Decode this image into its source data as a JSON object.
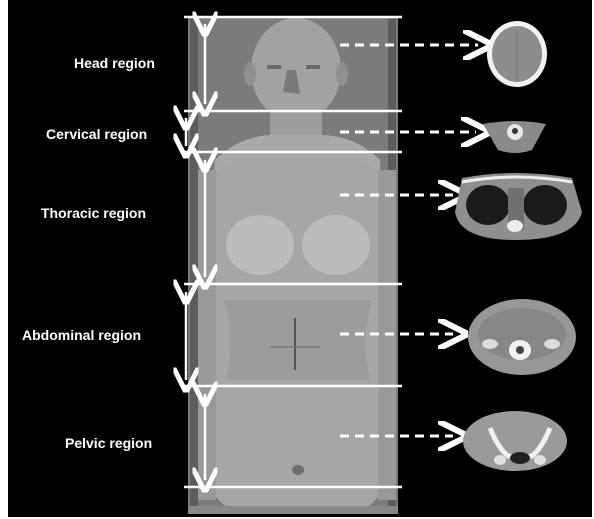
{
  "regions": [
    {
      "key": "head",
      "label": "Head region"
    },
    {
      "key": "cervical",
      "label": "Cervical region"
    },
    {
      "key": "thoracic",
      "label": "Thoracic region"
    },
    {
      "key": "abdominal",
      "label": "Abdominal region"
    },
    {
      "key": "pelvic",
      "label": "Pelvic region"
    }
  ],
  "colors": {
    "background": "#000000",
    "lines": "#ffffff",
    "body": "#9a9a9a",
    "ct_tissue": "#8e8e8e"
  }
}
